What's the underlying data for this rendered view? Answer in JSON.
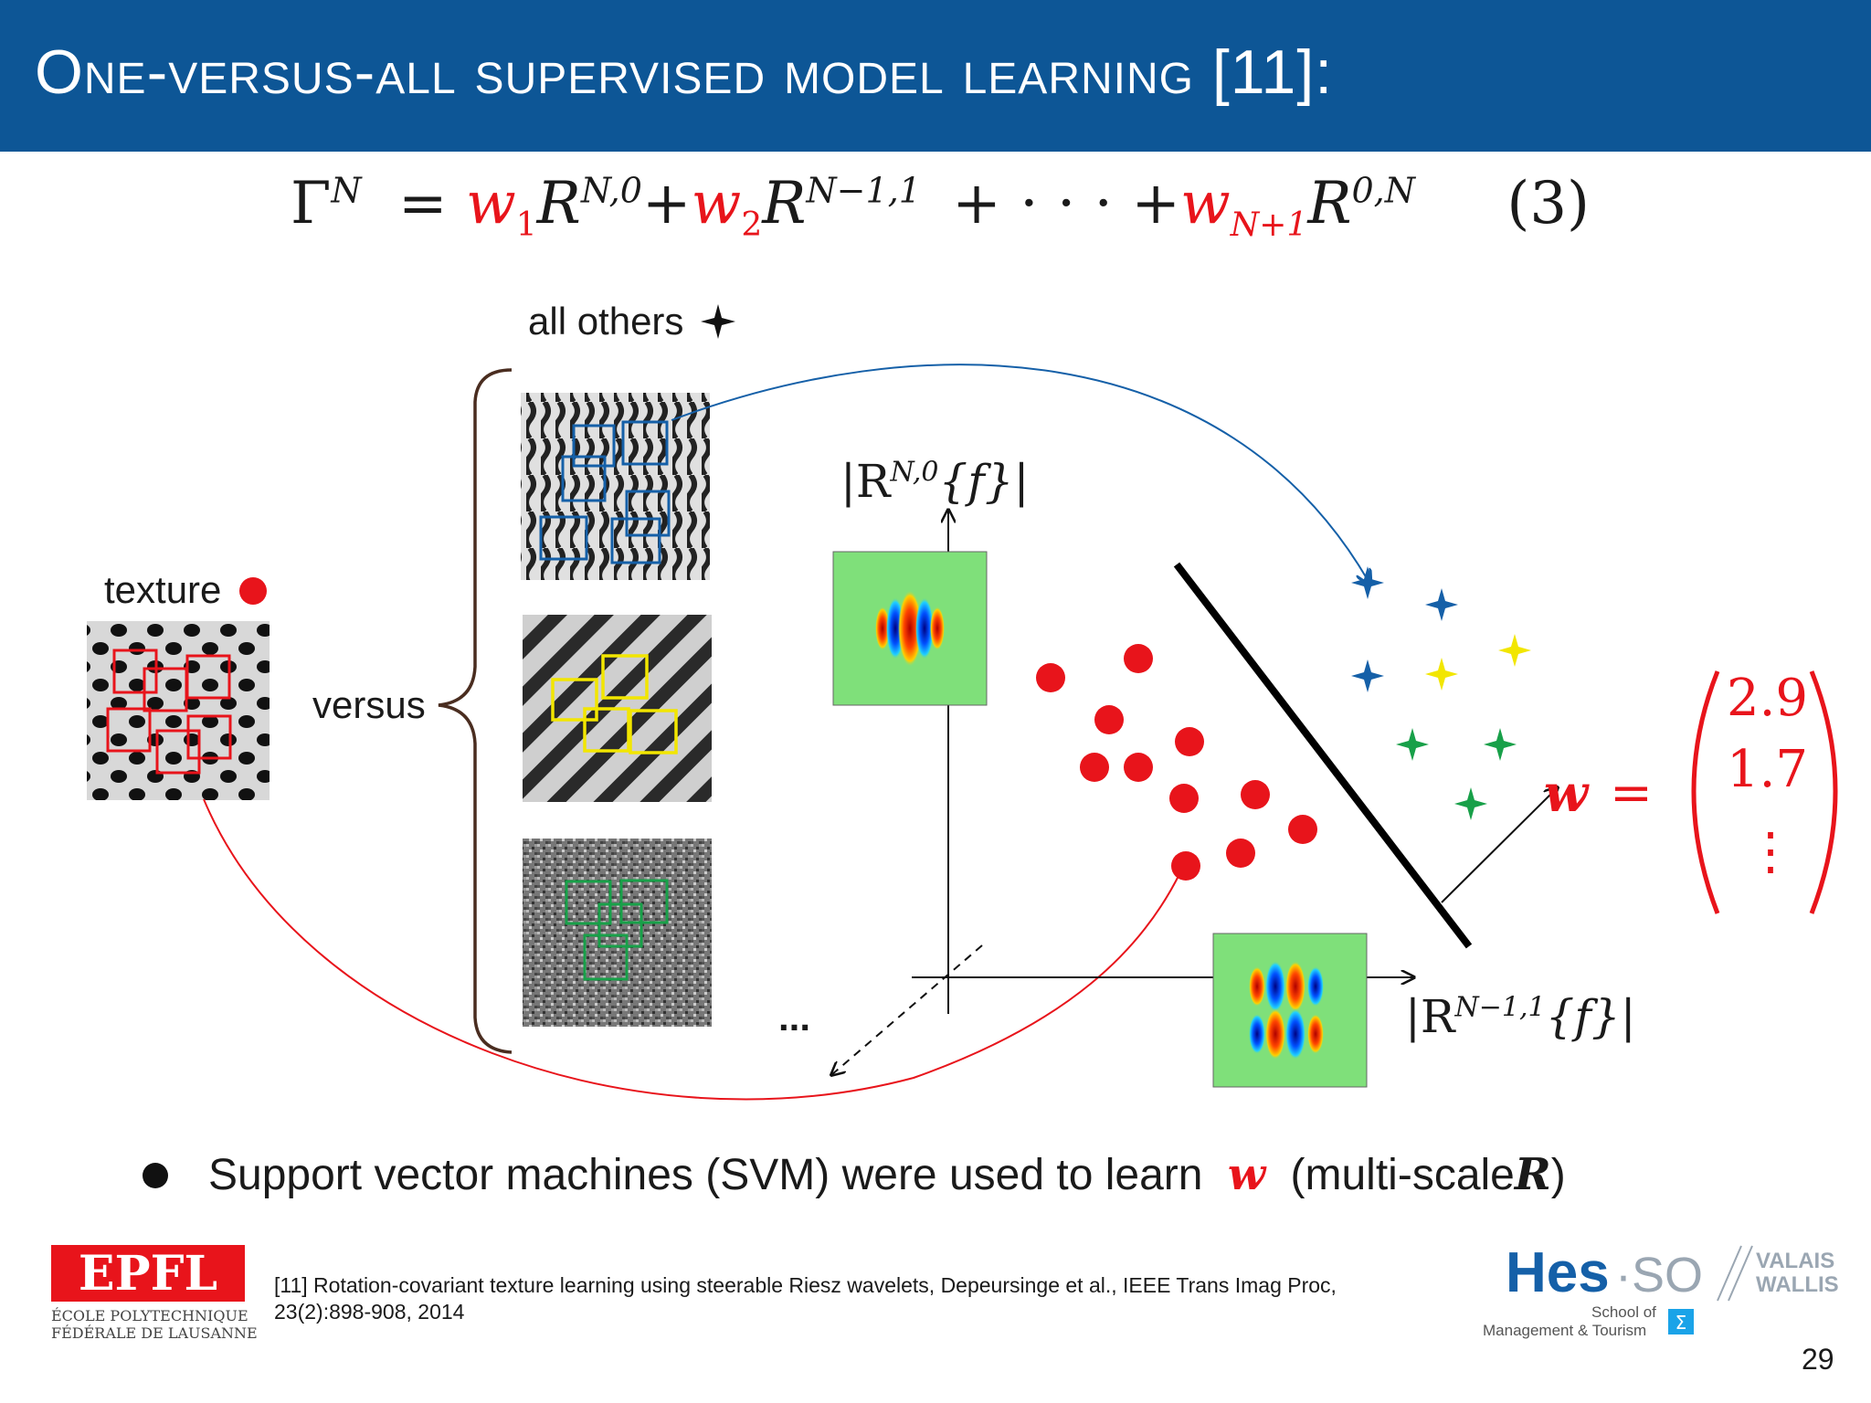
{
  "header": {
    "title": "One-versus-all supervised model learning [11]:"
  },
  "equation": {
    "lhs": "Γ",
    "lhs_sup": "N",
    "eq": "=",
    "w1": "w",
    "w1_sub": "1",
    "r1": "R",
    "r1_sup": "N,0",
    "w2": "w",
    "w2_sub": "2",
    "r2": "R",
    "r2_sup": "N−1,1",
    "dots": "+ · · · +",
    "plus": "+",
    "w3": "w",
    "w3_sub": "N+1",
    "r3": "R",
    "r3_sup": "0,N",
    "number": "(3)"
  },
  "labels": {
    "all_others": "all others",
    "texture": "texture",
    "versus": "versus",
    "ellipsis": "...",
    "axis_y": "|R",
    "axis_y_sup": "N,0",
    "axis_y_tail": "{f}|",
    "axis_x": "|R",
    "axis_x_sup": "N−1,1",
    "axis_x_tail": "{f}|"
  },
  "weights": {
    "symbol": "w",
    "eq": "=",
    "values": [
      "2.9",
      "1.7",
      "⋮"
    ]
  },
  "bullet": {
    "text_before": "Support vector machines (SVM) were used to learn",
    "w": "w",
    "text_after": "(multi-scale",
    "r": "R",
    "close": ")"
  },
  "reference": {
    "line1": "[11] Rotation-covariant texture learning using steerable Riesz wavelets, Depeursinge et al., IEEE Trans Imag Proc,",
    "line2": "23(2):898-908, 2014"
  },
  "logos": {
    "epfl_text": "EPFL",
    "epfl_line1": "ÉCOLE POLYTECHNIQUE",
    "epfl_line2": "FÉDÉRALE DE LAUSANNE",
    "hes": "Hes",
    "so": "·SO",
    "valais": "VALAIS",
    "wallis": "WALLIS",
    "school_of": "School of",
    "management": "Management & Tourism",
    "sigma": "Σ"
  },
  "page_number": "29",
  "colors": {
    "title_bar": "#0d5696",
    "red": "#e8141b",
    "blue": "#1560a8",
    "yellow": "#f2e600",
    "green": "#18a049"
  },
  "icons": [
    "four-point-star-icon",
    "red-dot-icon"
  ]
}
